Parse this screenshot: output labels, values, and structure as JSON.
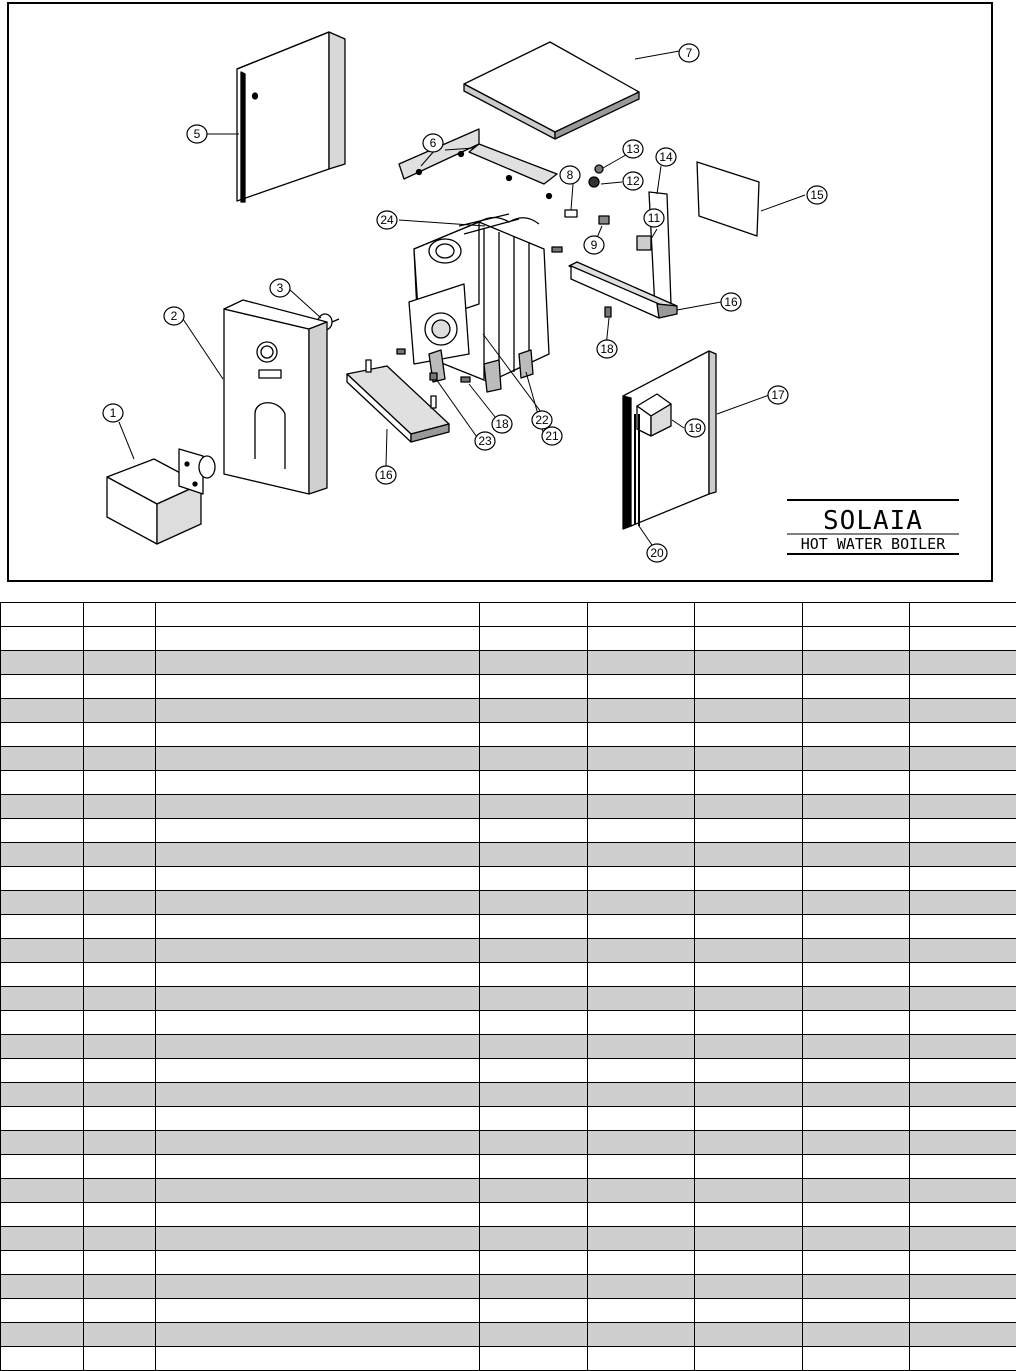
{
  "title": {
    "name": "SOLAIA",
    "subtitle": "HOT WATER BOILER"
  },
  "callouts": [
    {
      "label": "1"
    },
    {
      "label": "2"
    },
    {
      "label": "3"
    },
    {
      "label": "5"
    },
    {
      "label": "6"
    },
    {
      "label": "7"
    },
    {
      "label": "8"
    },
    {
      "label": "9"
    },
    {
      "label": "11"
    },
    {
      "label": "12"
    },
    {
      "label": "13"
    },
    {
      "label": "14"
    },
    {
      "label": "15"
    },
    {
      "label": "16"
    },
    {
      "label": "16"
    },
    {
      "label": "17"
    },
    {
      "label": "18"
    },
    {
      "label": "18"
    },
    {
      "label": "19"
    },
    {
      "label": "20"
    },
    {
      "label": "21"
    },
    {
      "label": "22"
    },
    {
      "label": "23"
    },
    {
      "label": "24"
    }
  ],
  "table": {
    "columns": 8,
    "rows": 32,
    "shading": [
      "#ffffff",
      "#cfcfcf"
    ]
  }
}
